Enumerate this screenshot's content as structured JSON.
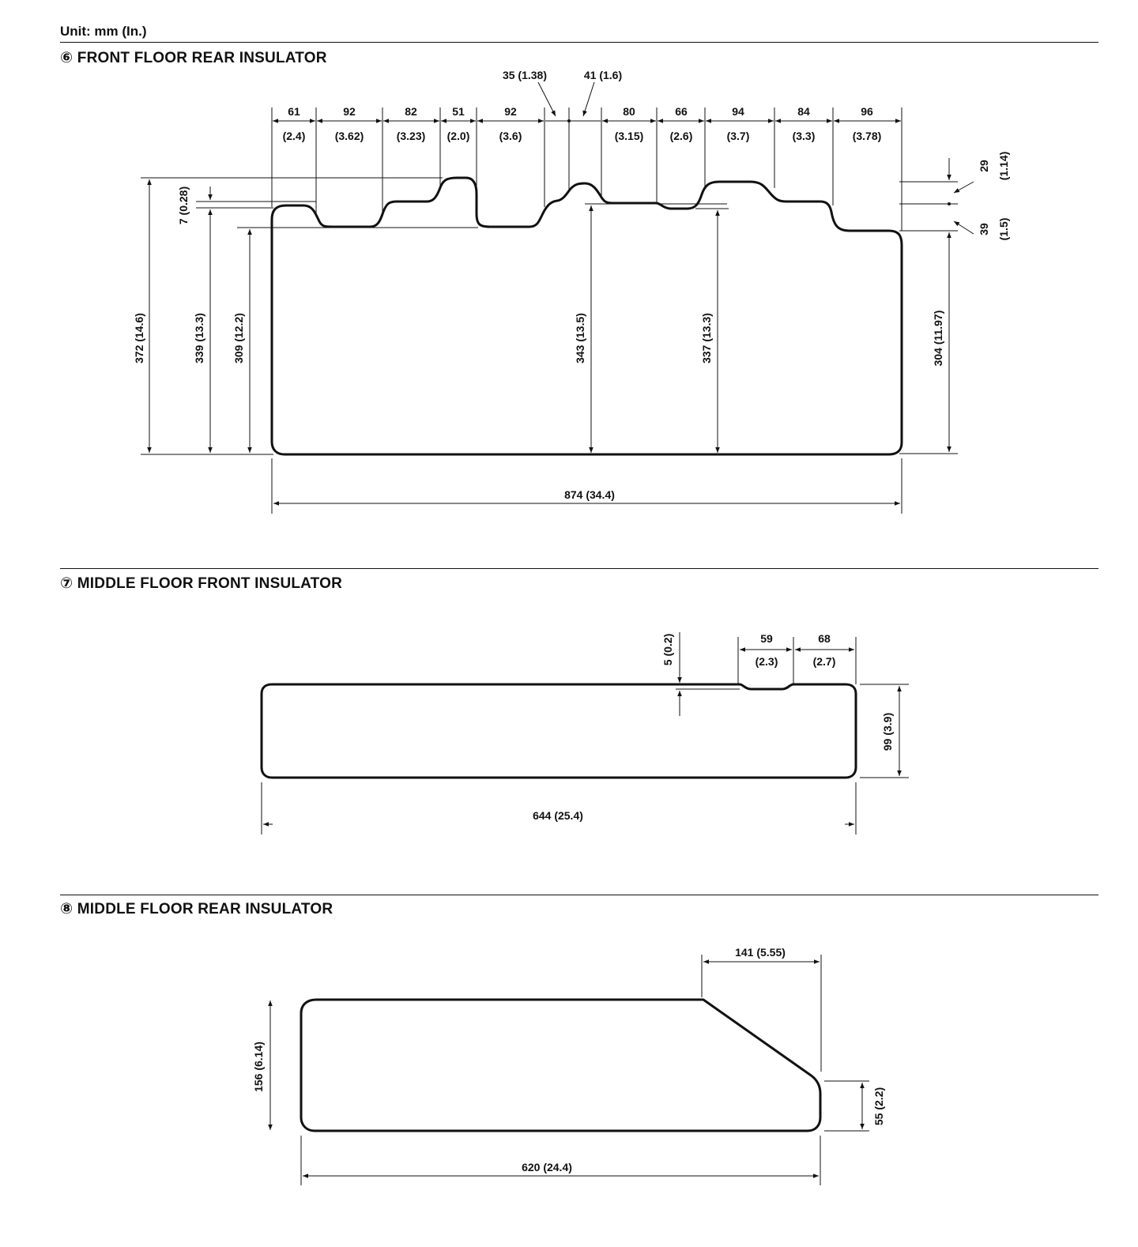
{
  "header": {
    "unit": "Unit: mm (In.)"
  },
  "sections": [
    {
      "number": "⑥",
      "title": "FRONT FLOOR REAR INSULATOR"
    },
    {
      "number": "⑦",
      "title": "MIDDLE FLOOR FRONT INSULATOR"
    },
    {
      "number": "⑧",
      "title": "MIDDLE FLOOR REAR INSULATOR"
    }
  ],
  "front_floor_rear": {
    "top_dims": [
      {
        "mm": "61",
        "in": "(2.4)"
      },
      {
        "mm": "92",
        "in": "(3.62)"
      },
      {
        "mm": "82",
        "in": "(3.23)"
      },
      {
        "mm": "51",
        "in": "(2.0)"
      },
      {
        "mm": "92",
        "in": "(3.6)"
      },
      {
        "mm": "80",
        "in": "(3.15)"
      },
      {
        "mm": "66",
        "in": "(2.6)"
      },
      {
        "mm": "94",
        "in": "(3.7)"
      },
      {
        "mm": "84",
        "in": "(3.3)"
      },
      {
        "mm": "96",
        "in": "(3.78)"
      }
    ],
    "callout_35": "35 (1.38)",
    "callout_41": "41 (1.6)",
    "dim_29_mm": "29",
    "dim_29_in": "(1.14)",
    "dim_39_mm": "39",
    "dim_39_in": "(1.5)",
    "dim_7": "7 (0.28)",
    "dim_372": "372 (14.6)",
    "dim_339": "339 (13.3)",
    "dim_309": "309 (12.2)",
    "dim_343": "343 (13.5)",
    "dim_337": "337 (13.3)",
    "dim_304": "304 (11.97)",
    "dim_874": "874 (34.4)"
  },
  "middle_floor_front": {
    "dim_5": "5 (0.2)",
    "dim_59_mm": "59",
    "dim_59_in": "(2.3)",
    "dim_68_mm": "68",
    "dim_68_in": "(2.7)",
    "dim_99": "99 (3.9)",
    "dim_644": "644 (25.4)"
  },
  "middle_floor_rear": {
    "dim_141": "141 (5.55)",
    "dim_156": "156 (6.14)",
    "dim_55": "55 (2.2)",
    "dim_620": "620 (24.4)"
  }
}
